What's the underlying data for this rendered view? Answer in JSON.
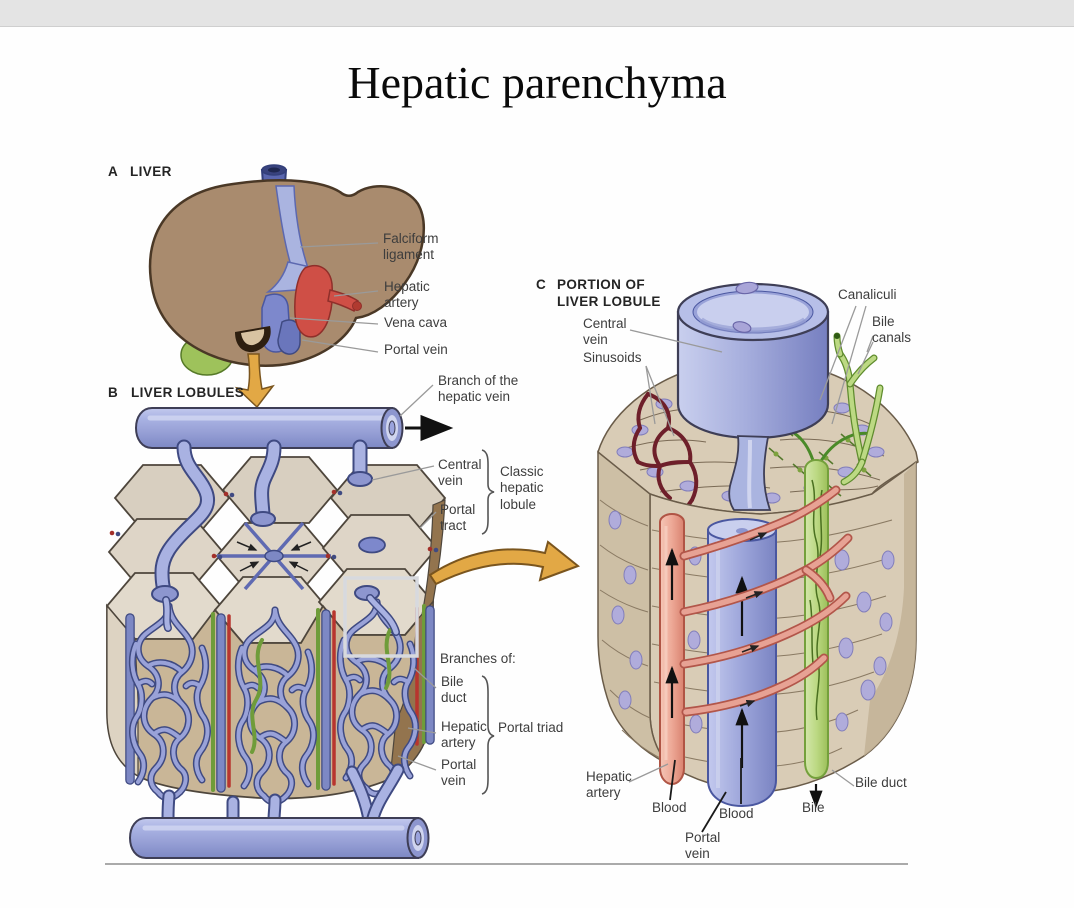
{
  "slide": {
    "title": "Hepatic parenchyma"
  },
  "panel_a": {
    "letter": "A",
    "heading": "LIVER",
    "labels": {
      "falciform": "Falciform\nligament",
      "hepatic_artery": "Hepatic\nartery",
      "vena_cava": "Vena cava",
      "portal_vein": "Portal vein"
    }
  },
  "panel_b": {
    "letter": "B",
    "heading": "LIVER LOBULES",
    "labels": {
      "branch_hepatic_vein": "Branch of the\nhepatic vein",
      "central_vein": "Central\nvein",
      "portal_tract": "Portal\ntract",
      "classic_lobule": "Classic\nhepatic\nlobule",
      "branches_of": "Branches of:",
      "bile_duct": "Bile\nduct",
      "hepatic_artery": "Hepatic\nartery",
      "portal_vein": "Portal\nvein",
      "portal_triad": "Portal triad"
    }
  },
  "panel_c": {
    "letter": "C",
    "heading": "PORTION OF\nLIVER LOBULE",
    "labels": {
      "central_vein": "Central\nvein",
      "sinusoids": "Sinusoids",
      "canaliculi": "Canaliculi",
      "bile_canals": "Bile\ncanals",
      "hepatic_artery": "Hepatic\nartery",
      "blood_left": "Blood",
      "portal_vein": "Portal\nvein",
      "blood_right": "Blood",
      "bile": "Bile",
      "bile_duct": "Bile duct"
    }
  },
  "colors": {
    "vein_blue": "#9aa3dd",
    "artery_red": "#d05a4e",
    "bile_green": "#a8cc6c",
    "liver_brown": "#a98b6e",
    "tissue_tan": "#d9ccb6",
    "arrow_orange": "#e2a845"
  }
}
